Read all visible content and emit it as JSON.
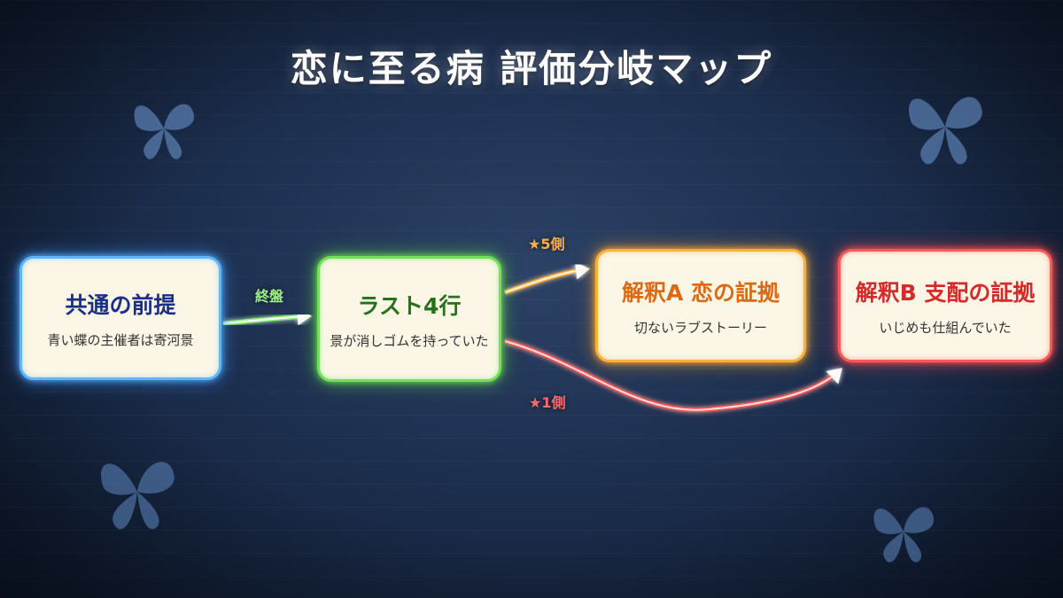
{
  "title": "恋に至る病 評価分岐マップ",
  "nodes": {
    "premise": {
      "heading": "共通の前提",
      "sub": "青い蝶の主催者は寄河景"
    },
    "last_lines": {
      "heading": "ラスト4行",
      "sub": "景が消しゴムを持っていた"
    },
    "interp_a": {
      "heading": "解釈A 恋の証拠",
      "sub": "切ないラブストーリー"
    },
    "interp_b": {
      "heading": "解釈B 支配の証拠",
      "sub": "いじめも仕組んでいた"
    }
  },
  "edges": {
    "premise_to_last": "終盤",
    "last_to_a": "★5側",
    "last_to_b": "★1側"
  },
  "colors": {
    "blue": "#5db7ff",
    "green": "#6fe255",
    "orange": "#ffae3b",
    "red": "#ff5858",
    "background": "#1d2f4f"
  },
  "icons": [
    "butterfly-icon"
  ]
}
